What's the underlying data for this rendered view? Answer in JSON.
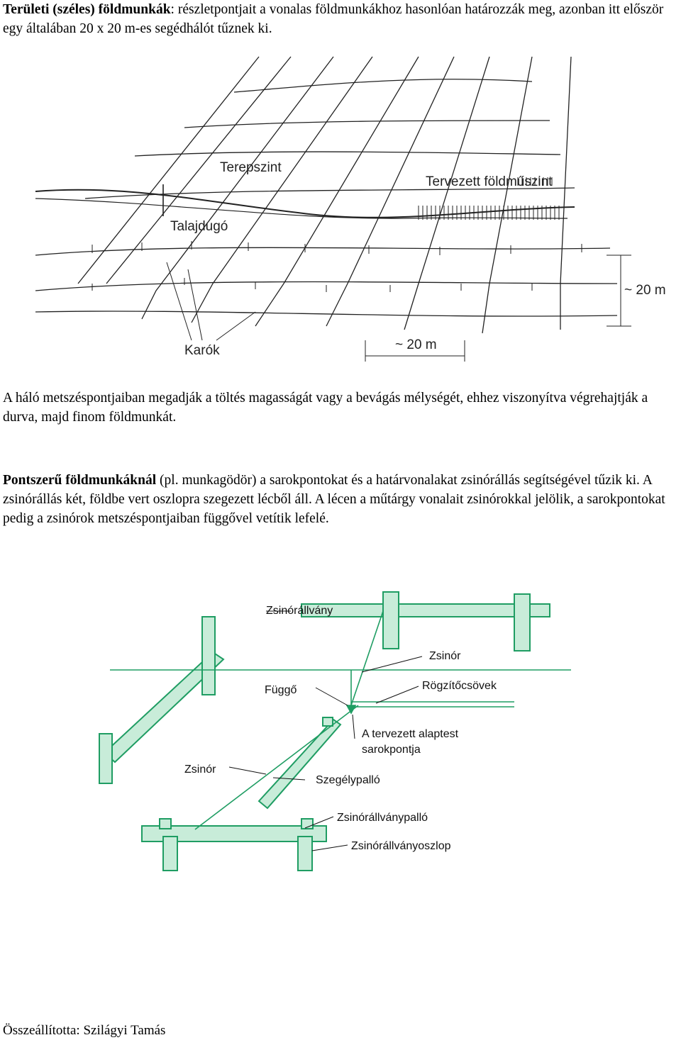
{
  "paragraph1": {
    "bold": "Területi (széles) földmunkák",
    "text": ": részletpontjait a vonalas földmunkákhoz hasonlóan határozzák meg, azonban itt először egy általában 20 x 20 m-es segédhálót tűznek ki."
  },
  "figure1": {
    "labels": {
      "terepszint": "Terepszint",
      "tervezett": "Tervezett földműszint",
      "talajdugo": "Talajdugó",
      "karok": "Karók",
      "dim_horizontal": "~ 20 m",
      "dim_vertical": "~ 20 m"
    }
  },
  "paragraph2": {
    "text": "A háló metszéspontjaiban megadják a töltés magasságát vagy a bevágás mélységét, ehhez viszonyítva végrehajtják a durva, majd finom földmunkát."
  },
  "paragraph3": {
    "bold": "Pontszerű földmunkáknál",
    "text": " (pl. munkagödör) a sarokpontokat és a határvonalakat zsinórállás segítségével tűzik ki. A zsinórállás két, földbe vert oszlopra szegezett lécből áll. A lécen a műtárgy vonalait zsinórokkal jelölik, a sarokpontokat pedig a zsinórok metszéspontjaiban függővel vetítik lefelé."
  },
  "figure2": {
    "labels": {
      "zsinorallvany": "Zsinórállvány",
      "zsinor_top": "Zsinór",
      "fuggo": "Függő",
      "rogzitocsovek": "Rögzítőcsövek",
      "alaptest_line1": "A tervezett alaptest",
      "alaptest_line2": "sarokpontja",
      "zsinor_left": "Zsinór",
      "szegelypallo": "Szegélypalló",
      "zsinorallvanypallo": "Zsinórállványpalló",
      "zsinorallvanyoszlop": "Zsinórállványoszlop"
    },
    "colors": {
      "line": "#1f9d63",
      "fill": "#c8ecd9"
    }
  },
  "footer": {
    "text": "Összeállította: Szilágyi Tamás"
  }
}
